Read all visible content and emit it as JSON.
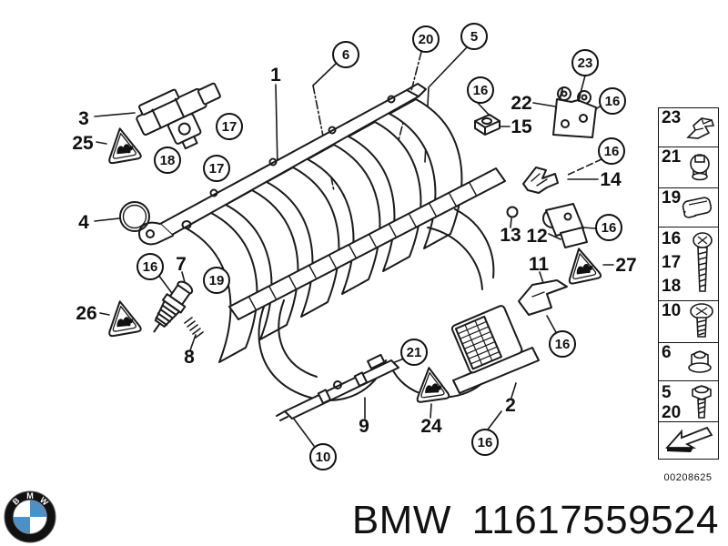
{
  "page": {
    "background": "#ffffff",
    "line_color": "#1a1a1a",
    "accent_blue": "#4d90c6"
  },
  "footer": {
    "brand": "BMW",
    "part_number": "11617559524",
    "logo_letters": [
      "B",
      "M",
      "W"
    ]
  },
  "diagram_code": "00208625",
  "callouts_circled": [
    "17",
    "18",
    "17",
    "16",
    "19",
    "6",
    "20",
    "5",
    "16",
    "23",
    "16",
    "16",
    "16",
    "16",
    "21",
    "16",
    "10"
  ],
  "labels_plain": [
    "3",
    "25",
    "4",
    "26",
    "7",
    "8",
    "1",
    "22",
    "15",
    "14",
    "13",
    "12",
    "11",
    "27",
    "9",
    "24",
    "2"
  ],
  "sidebar": {
    "rows": [
      {
        "numbers": [
          "23"
        ],
        "icon": "sheet-clip-icon"
      },
      {
        "numbers": [
          "21"
        ],
        "icon": "grommet-clip-icon"
      },
      {
        "numbers": [
          "19"
        ],
        "icon": "cover-clip-icon"
      },
      {
        "numbers": [
          "16",
          "17",
          "18"
        ],
        "icon": "long-screw-icon"
      },
      {
        "numbers": [
          "10"
        ],
        "icon": "pan-screw-icon"
      },
      {
        "numbers": [
          "6"
        ],
        "icon": "flange-nut-icon"
      },
      {
        "numbers": [
          "5",
          "20"
        ],
        "icon": "hex-bolt-icon"
      },
      {
        "numbers": [],
        "icon": "back-arrow-icon"
      }
    ]
  }
}
